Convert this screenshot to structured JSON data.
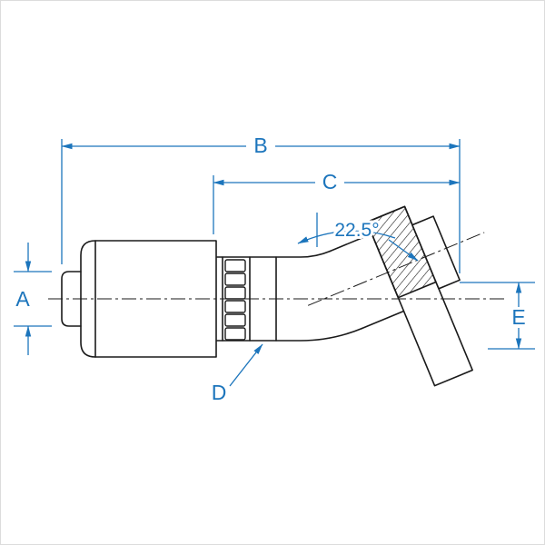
{
  "colors": {
    "dimension": "#1c75bc",
    "line": "#1a1a1a",
    "background": "#ffffff"
  },
  "labels": {
    "a": "A",
    "b": "B",
    "c": "C",
    "d": "D",
    "e": "E",
    "angle": "22.5°"
  }
}
